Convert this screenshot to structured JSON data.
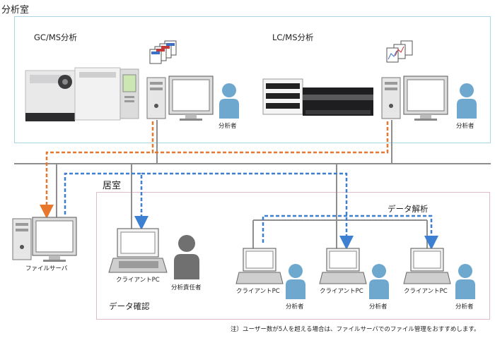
{
  "lab_area": {
    "title": "分析室"
  },
  "gcms": {
    "title": "GC/MS分析",
    "analyst": "分析者"
  },
  "lcms": {
    "title": "LC/MS分析",
    "analyst": "分析者"
  },
  "office_area": {
    "title": "居室"
  },
  "file_server": {
    "label": "ファイルサーバ"
  },
  "client_confirm": {
    "label": "クライアントPC",
    "person": "分析責任者",
    "section": "データ確認"
  },
  "data_analysis": {
    "title": "データ解析",
    "clients": [
      {
        "label": "クライアントPC",
        "person": "分析者"
      },
      {
        "label": "クライアントPC",
        "person": "分析者"
      },
      {
        "label": "クライアントPC",
        "person": "分析者"
      }
    ]
  },
  "footnote": "注）ユーザー数が5人を超える場合は、ファイルサーバでのファイル管理をおすすめします。",
  "colors": {
    "lab_border": "#a9d6e2",
    "office_border": "#e3b9cc",
    "orange_flow": "#e8772e",
    "blue_flow": "#3d7fd0",
    "network": "#8e8e8e",
    "person": "#6fa8cf",
    "person_dark": "#707070"
  }
}
